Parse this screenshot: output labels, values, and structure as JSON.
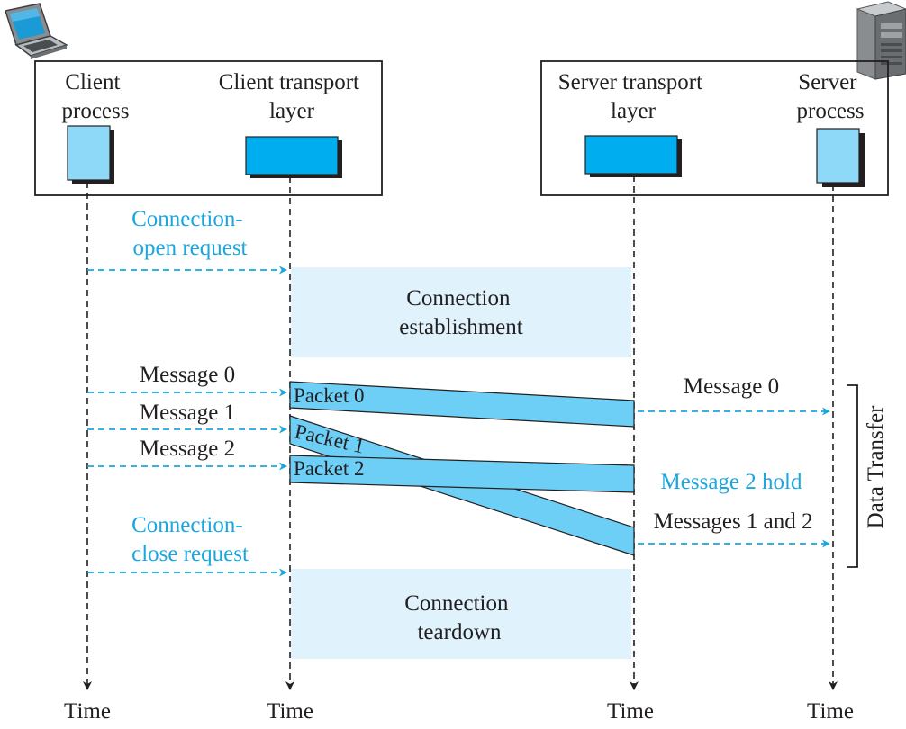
{
  "colors": {
    "accent_blue": "#1aa6df",
    "packet_fill": "#6dcff6",
    "doc_fill": "#8ed8f8",
    "layer_fill": "#00aeef",
    "phase_fill": "#e0f3fc",
    "ink": "#231f20"
  },
  "icons": {
    "client": "laptop-icon",
    "server": "server-tower-icon"
  },
  "entities": {
    "client_process": [
      "Client",
      "process"
    ],
    "client_transport": [
      "Client transport",
      "layer"
    ],
    "server_transport": [
      "Server transport",
      "layer"
    ],
    "server_process": [
      "Server",
      "process"
    ]
  },
  "time_labels": [
    "Time",
    "Time",
    "Time",
    "Time"
  ],
  "requests": {
    "open": [
      "Connection-",
      "open request"
    ],
    "close": [
      "Connection-",
      "close request"
    ]
  },
  "phases": {
    "establishment": [
      "Connection",
      "establishment"
    ],
    "teardown": [
      "Connection",
      "teardown"
    ]
  },
  "client_messages": [
    "Message  0",
    "Message  1",
    "Message  2"
  ],
  "packets": [
    "Packet 0",
    "Packet 1",
    "Packet 2"
  ],
  "server_messages": {
    "m0": "Message  0",
    "hold": "Message 2 hold",
    "m12": "Messages 1 and 2"
  },
  "data_transfer_label": "Data Transfer"
}
